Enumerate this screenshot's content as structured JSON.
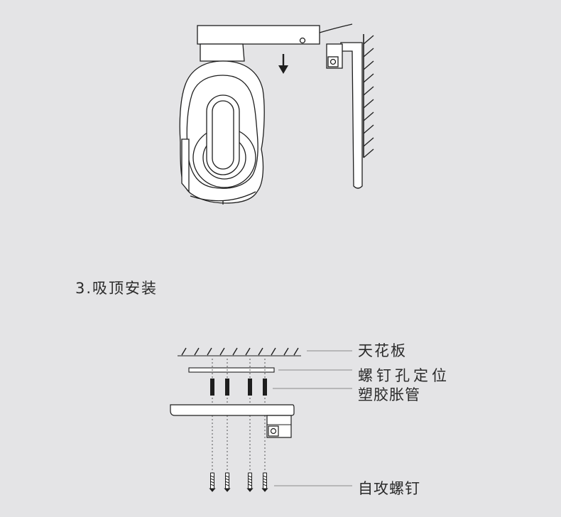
{
  "section": {
    "title": "3.吸顶安装"
  },
  "labels": {
    "ceiling": "天花板",
    "screw_hole": "螺钉孔定位",
    "anchor": "塑胶胀管",
    "screw": "自攻螺钉"
  },
  "colors": {
    "background": "#e4e4e6",
    "stroke": "#1e1e1e",
    "device_fill": "#ffffff",
    "leader": "#8a8a8a"
  },
  "icons": [
    "down-arrow-icon",
    "wall-hatch",
    "ceiling-hatch",
    "screw-icon",
    "anchor-plug"
  ]
}
